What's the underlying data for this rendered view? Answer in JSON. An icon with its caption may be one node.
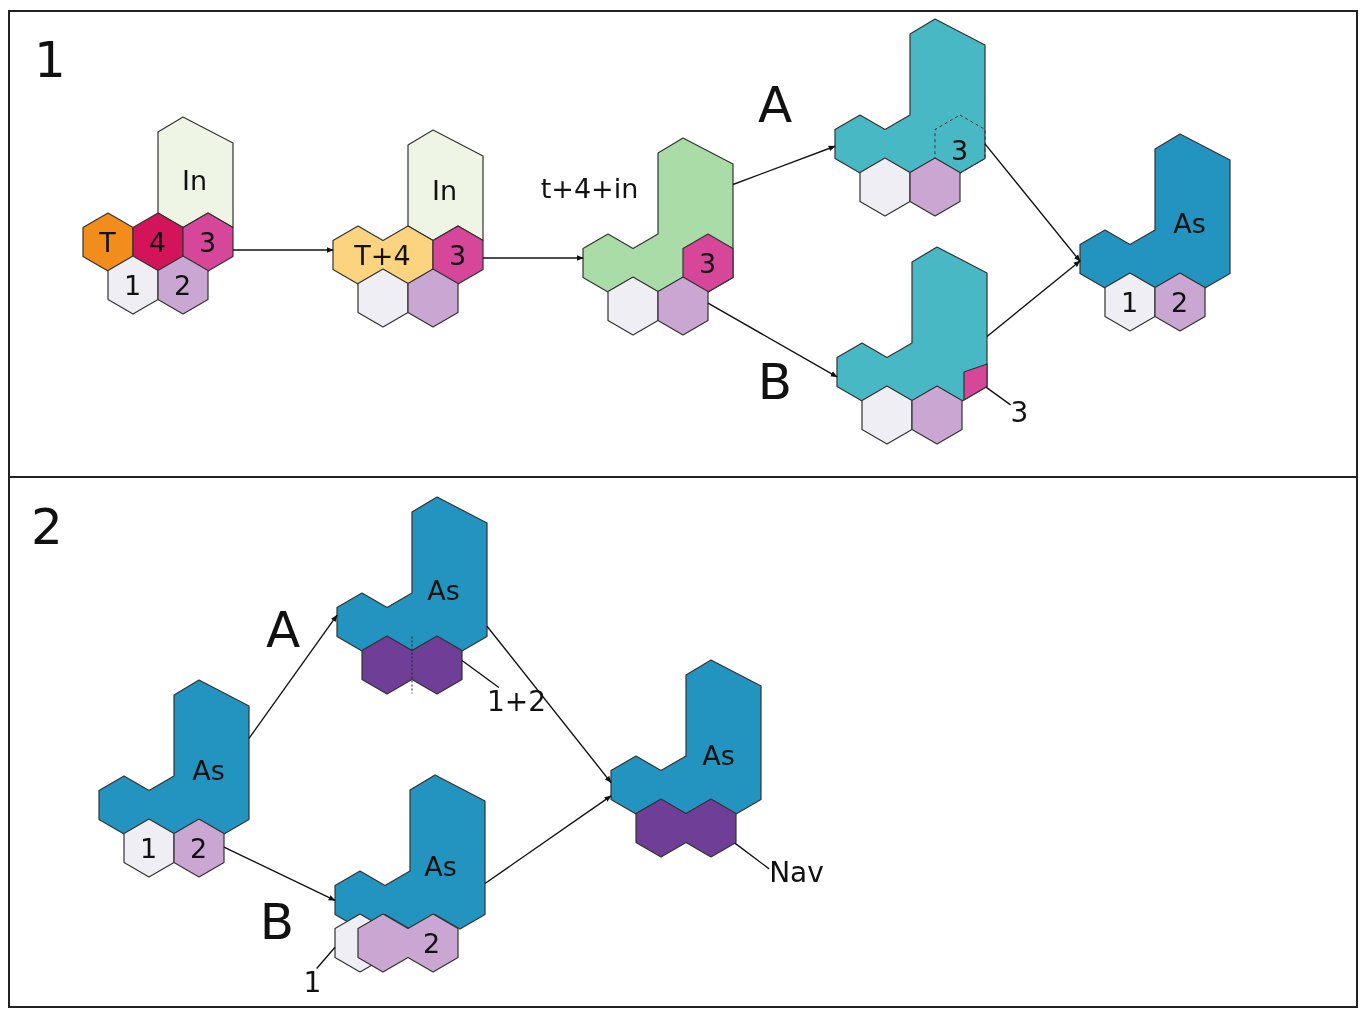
{
  "diagram": {
    "nodes": [
      {
        "text": [
          "1"
        ]
      },
      {
        "text": [
          "In",
          "T",
          "4",
          "3",
          "1",
          "2"
        ],
        "in": 0
      },
      {
        "text": [
          "In",
          "T+4",
          "3"
        ],
        "in": 0
      },
      {
        "text": [
          "3"
        ],
        "in": 0,
        "beside": [
          "t+4+in"
        ]
      },
      {
        "text": [
          "3"
        ],
        "in": 0
      },
      {
        "text": [],
        "shape": "hexagons",
        "in": 0
      },
      {
        "text": [
          "As",
          "1",
          "2"
        ],
        "in": 0
      },
      {
        "text": [
          "3"
        ],
        "in": 0
      },
      {
        "text": [
          "2"
        ]
      },
      {
        "text": [
          "As",
          "1",
          "2"
        ],
        "in": 8
      },
      {
        "text": [
          "As"
        ],
        "in": 8
      },
      {
        "text": [
          "As",
          "2"
        ],
        "in": 8
      },
      {
        "text": [
          "As"
        ],
        "in": 8
      },
      {
        "text": [
          "1+2"
        ],
        "in": 8
      },
      {
        "text": [
          "1"
        ],
        "in": 8
      },
      {
        "text": [
          "Nav"
        ],
        "in": 8
      }
    ],
    "edges": [
      {
        "from": 1,
        "to": 2,
        "arrow": "to"
      },
      {
        "from": 2,
        "to": 3,
        "arrow": "to"
      },
      {
        "from": 3,
        "to": 4,
        "arrow": "to"
      },
      {
        "from": 3,
        "to": 5,
        "arrow": "to"
      },
      {
        "from": 4,
        "to": 6,
        "arrow": "to"
      },
      {
        "from": 5,
        "to": 6,
        "arrow": "to"
      },
      {
        "from": 9,
        "to": 10,
        "arrow": "to"
      },
      {
        "from": 9,
        "to": 11,
        "arrow": "to"
      },
      {
        "from": 10,
        "to": 12,
        "arrow": "to"
      },
      {
        "from": 11,
        "to": 12,
        "arrow": "to"
      },
      {
        "from": 7,
        "to": 5,
        "arrow": "none"
      },
      {
        "from": 13,
        "to": 10,
        "arrow": "none"
      },
      {
        "from": 14,
        "to": 11,
        "arrow": "none"
      },
      {
        "from": 15,
        "to": 12,
        "arrow": "none"
      }
    ],
    "labels": [
      "A",
      "B",
      "A",
      "B"
    ]
  }
}
